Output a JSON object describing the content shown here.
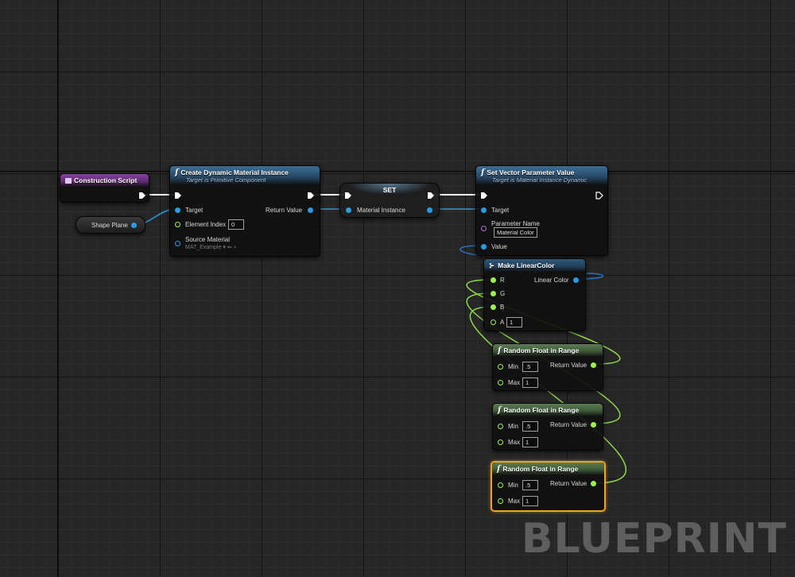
{
  "watermark": "BLUEPRINT",
  "colors": {
    "exec": "#ffffff",
    "object_pin": "#2a9be0",
    "float_pin": "#9bf050",
    "name_pin": "#a473d0",
    "selection": "#f0a22a"
  },
  "nodes": {
    "construction_script": {
      "title": "Construction Script"
    },
    "shape_plane": {
      "title": "Shape Plane"
    },
    "create_dmi": {
      "title": "Create Dynamic Material Instance",
      "subtitle": "Target is Primitive Component",
      "icon": "function-icon",
      "pins": {
        "target": "Target",
        "element_index": "Element Index",
        "element_index_value": "0",
        "source_material": "Source Material",
        "source_material_value": "MAT_Example",
        "return_value": "Return Value"
      }
    },
    "set": {
      "title": "SET",
      "pins": {
        "material_instance": "Material Instance"
      }
    },
    "set_vector": {
      "title": "Set Vector Parameter Value",
      "subtitle": "Target is Material Instance Dynamic",
      "icon": "function-icon",
      "pins": {
        "target": "Target",
        "parameter_name": "Parameter Name",
        "parameter_name_value": "Material Color",
        "value": "Value"
      }
    },
    "make_linear_color": {
      "title": "Make LinearColor",
      "icon": "struct-icon",
      "pins": {
        "r": "R",
        "g": "G",
        "b": "B",
        "a": "A",
        "a_value": "1",
        "out": "Linear Color"
      }
    },
    "random_floats": [
      {
        "title": "Random Float in Range",
        "min_label": "Min",
        "min_value": ".5",
        "max_label": "Max",
        "max_value": "1",
        "return_value": "Return Value",
        "selected": false
      },
      {
        "title": "Random Float in Range",
        "min_label": "Min",
        "min_value": ".5",
        "max_label": "Max",
        "max_value": "1",
        "return_value": "Return Value",
        "selected": false
      },
      {
        "title": "Random Float in Range",
        "min_label": "Min",
        "min_value": ".5",
        "max_label": "Max",
        "max_value": "1",
        "return_value": "Return Value",
        "selected": true
      }
    ]
  }
}
